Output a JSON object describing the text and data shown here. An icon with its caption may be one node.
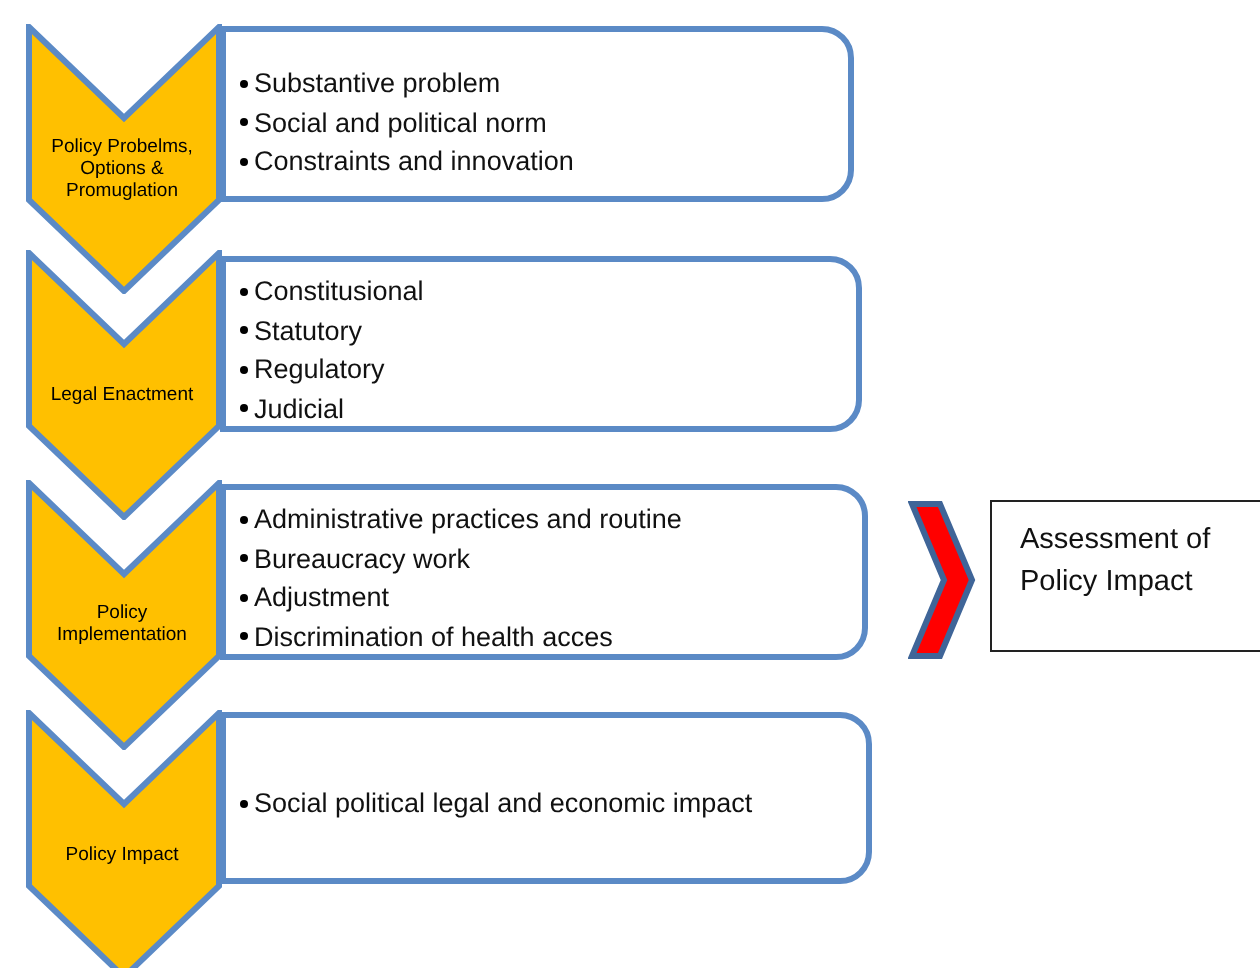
{
  "diagram": {
    "nodes": [
      {
        "text": [
          "Policy Probelms, Options & Promuglation"
        ]
      },
      {
        "text": [
          "Substantive problem",
          "Social and political norm",
          "Constraints and innovation"
        ]
      },
      {
        "text": [
          "Legal Enactment"
        ]
      },
      {
        "text": [
          "Constitusional",
          "Statutory",
          "Regulatory",
          "Judicial"
        ]
      },
      {
        "text": [
          "Policy Implementation"
        ]
      },
      {
        "text": [
          "Administrative practices and routine",
          "Bureaucracy work",
          "Adjustment",
          "Discrimination of health acces"
        ]
      },
      {
        "text": [
          "Policy Impact"
        ]
      },
      {
        "text": [
          "Social political legal and economic impact"
        ]
      },
      {
        "text": [],
        "shape": "chevron"
      },
      {
        "text": [
          "Assessment of Policy Impact"
        ]
      }
    ]
  }
}
